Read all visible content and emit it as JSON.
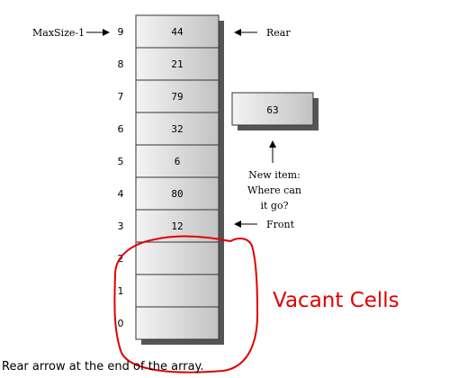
{
  "array": {
    "cells": [
      {
        "index": "9",
        "value": "44"
      },
      {
        "index": "8",
        "value": "21"
      },
      {
        "index": "7",
        "value": "79"
      },
      {
        "index": "6",
        "value": "32"
      },
      {
        "index": "5",
        "value": "6"
      },
      {
        "index": "4",
        "value": "80"
      },
      {
        "index": "3",
        "value": "12"
      },
      {
        "index": "2",
        "value": ""
      },
      {
        "index": "1",
        "value": ""
      },
      {
        "index": "0",
        "value": ""
      }
    ]
  },
  "labels": {
    "maxsize": "MaxSize-1",
    "rear": "Rear",
    "front": "Front",
    "new_item_line1": "New item:",
    "new_item_line2": "Where can",
    "new_item_line3": "it go?",
    "vacant": "Vacant Cells"
  },
  "new_item": {
    "value": "63"
  },
  "caption": "Rear arrow at the end of the array.",
  "colors": {
    "cell_fill_light": "#f2f2f2",
    "cell_fill_dark": "#c4c4c4",
    "shadow": "#555555",
    "annotation": "#e00000"
  }
}
